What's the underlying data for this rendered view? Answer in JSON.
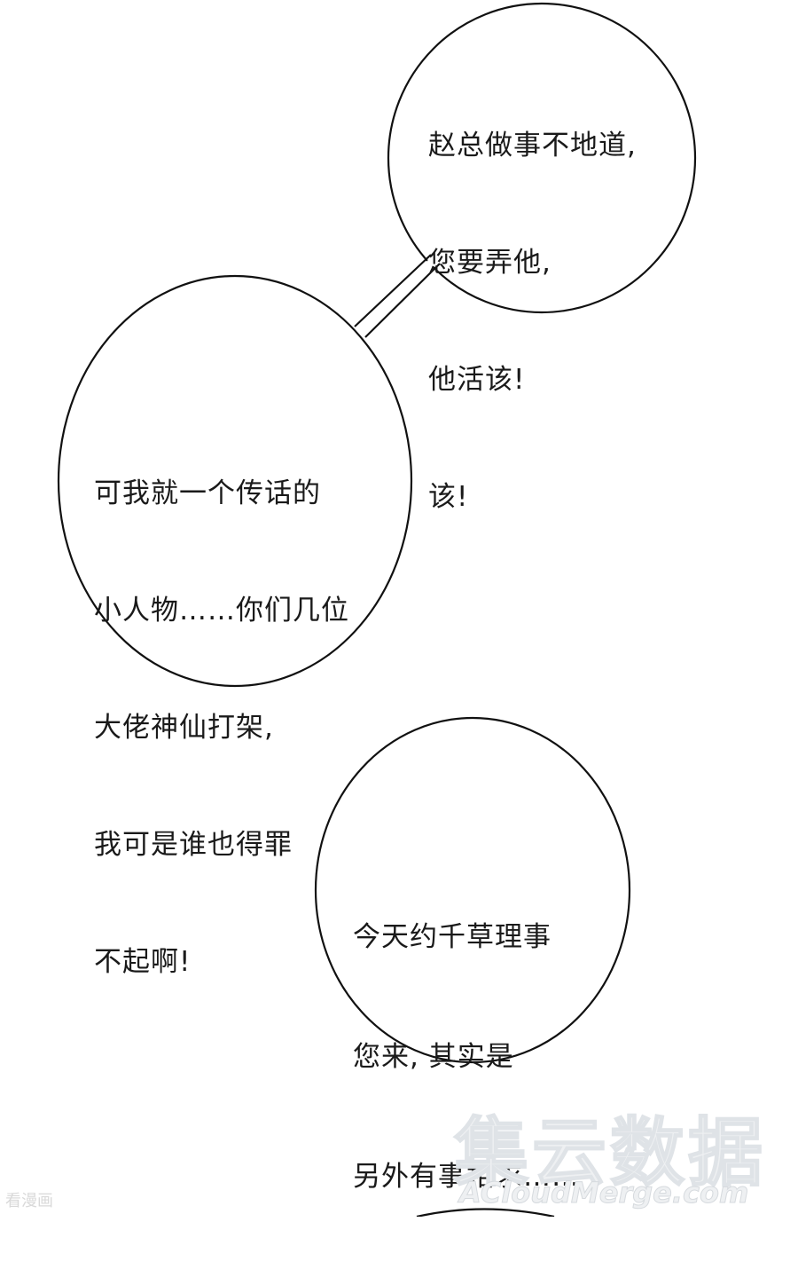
{
  "bubbles": [
    {
      "id": "bubble-1",
      "lines": [
        "赵总做事不地道,",
        "您要弄他,",
        "他活该!",
        "该!"
      ]
    },
    {
      "id": "bubble-2",
      "lines": [
        "可我就一个传话的",
        "小人物……你们几位",
        "大佬神仙打架,",
        "我可是谁也得罪",
        "不起啊!"
      ]
    },
    {
      "id": "bubble-3",
      "lines": [
        "今天约千草理事",
        "您来, 其实是",
        "另外有事相求……"
      ]
    }
  ],
  "watermark": {
    "main": "集云数据",
    "sub": "ACloudMerge.com",
    "corner": "看漫画"
  },
  "colors": {
    "ink": "#1a1a1a",
    "paper": "#ffffff",
    "watermark": "#dfe3e7"
  }
}
